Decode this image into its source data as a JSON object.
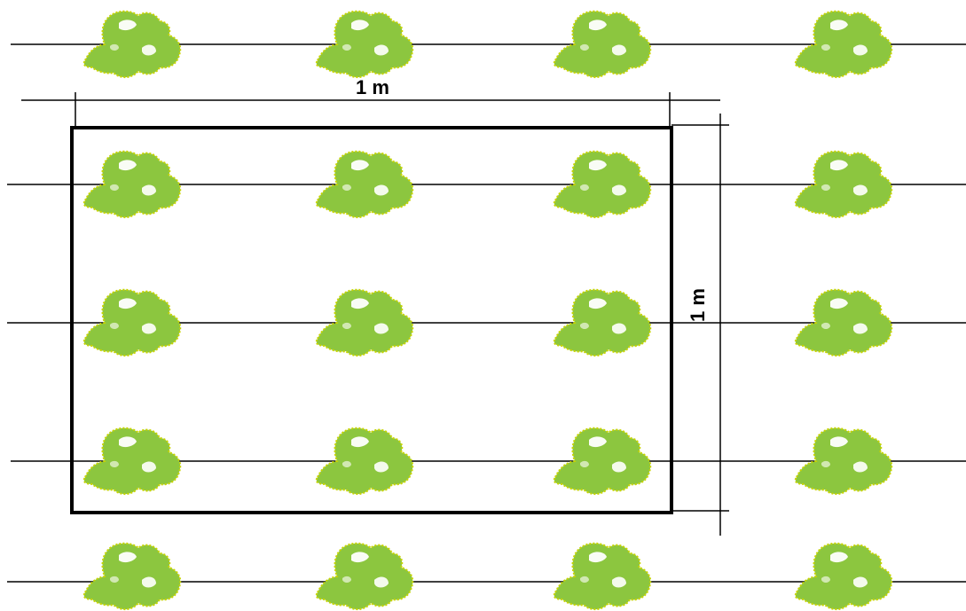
{
  "diagram": {
    "width_dimension_label": "1 m",
    "height_dimension_label": "1 m",
    "plant_rows": 5,
    "plants_per_row": 4,
    "colors": {
      "background": "#ffffff",
      "line": "#000000",
      "plant_fill": "#8cc63f",
      "plant_light": "#ffffff",
      "plant_edge": "#c8d400"
    },
    "icon": "lettuce-plant-icon"
  }
}
